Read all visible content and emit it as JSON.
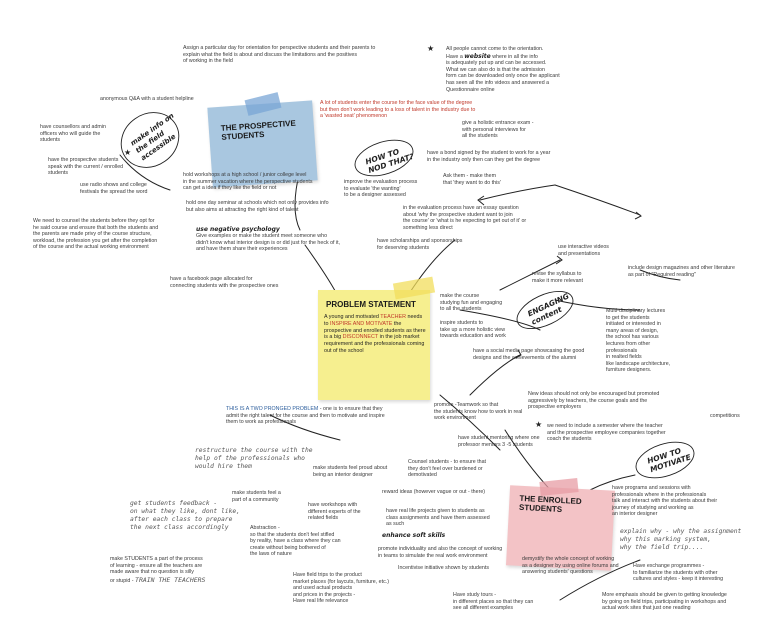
{
  "stickies": {
    "prospective": {
      "title": "THE PROSPECTIVE\nSTUDENTS",
      "color": "#a9c7e0"
    },
    "problem": {
      "title": "PROBLEM STATEMENT",
      "color": "#f6ef8f",
      "body_pre": "A young and motivated ",
      "teacher": "TEACHER",
      "body_mid1": " needs to ",
      "inspire": "INSPIRE AND MOTIVATE",
      "body_mid2": " the prospective and enrolled students as there is a big ",
      "disconnect": "DISCONNECT",
      "body_post": " in the job market requirement and the professionals coming out of the school"
    },
    "enrolled": {
      "title": "THE ENROLLED\nSTUDENTS",
      "color": "#f3c3c6"
    }
  },
  "handwritten": {
    "make_info": "make info on\nthe field\naccessible",
    "how_to_nod": "HOW TO\nNOD THAT?",
    "engaging": "ENGAGING\ncontent",
    "how_to_motivate": "HOW TO\nMOTIVATE",
    "use_negative": "use negative psychology",
    "enhance_soft": "enhance soft skills",
    "restructure": "restructure the course with the\nhelp of the professionals who\nwould hire them",
    "feedback": "get students feedback -\non what they like, dont like,\nafter each class to prepare\nthe next class accordingly",
    "train": "TRAIN THE TEACHERS",
    "explain_why": "explain why - why the assignment\nwhy this marking system,\nwhy the field trip...."
  },
  "notes": {
    "orientation_day": "Assign a particular day for orientation for perspective students and their parents to\nexplain what the field is about and discuss the limitations and the positives\nof working in the field",
    "website_pre": "All people cannot come to the orientation.\nHave a ",
    "website_word": "website",
    "website_post": " where in all the info\nis adequately put up and can be accessed.\nWhat we can also do is that the admission\nform can be downloaded only once the applicant\nhas seen all the info videos and answered a\nQuestionnaire online",
    "anonymous_qa": "anonymous Q&A with a student helpline",
    "lot_of_students": "A lot of students enter the course for the face value of the degree\nbut then don't work leading to a loss of talent in the industry due to\na 'wasted seat' phenomenon",
    "entrance_exam": "give a holistic entrance exam -\nwith personal interviews for\nall the students",
    "counsellors": "have counsellors and admin\nofficers who will guide the\nstudents",
    "speak_community": "have the prospective students\nspeak with the current / enrolled\nstudents",
    "radio_shows": "use radio shows and college\nfestivals the spread the word",
    "bond": "have a bond signed by the student to work for a year\nin the industry only then can they get the degree",
    "workshops_school": "hold workshops at a high school / junior college level\nin the summer vacation where the perspective students\ncan get a idea if they like the field or not",
    "improve_eval": "improve the evaluation process\nto evaluate 'the wanting'\nto be a designer assessed",
    "ask_them": "Ask them - make them\nthat 'they want to do this'",
    "one_day_seminar": "hold one day seminar at schools which not only provides info\nbut also aims at attracting the right kind of talent",
    "example_neg": "Give examples or make the student meet someone who\ndidn't know what interior design is or did just for the heck of it,\nand have them share their experiences",
    "eval_process": "in the evaluation process have an essay question\nabout 'why the prospective student want to join\nthe course' or 'what is he expecting to get out of it' or\nsomething less direct",
    "counsel_before": "We need to counsel the students before they opt for\nhe said course and ensure that both the students and\nthe parents are made privy of the course structure,\nworkload, the profession you get after the completion\nof the course and the actual working environment",
    "scholarships": "have scholarships and sponsorships\nfor deserving students",
    "interactive_videos": "use interactive videos\nand presentations",
    "revise_syllabus": "revise the syllabus to\nmake it more relevant",
    "design_magazines": "include design magazines and other literature\nas part of \"Required reading\"",
    "facebook": "have a facebook page allocated for\nconnecting students with the prospective ones",
    "make_course": "make the course\nstudying fun and engaging\nto all the students",
    "inspire": "inspire students to\ntake up a more holistic view\ntowards education and work",
    "multidisciplinary": "Multi-disciplinary lectures\nto get the students\ninitiated or interested in\nmany areas of design,\nthe school has various\nlectures from other\nprofessionals\nin realted fields\nlike landscape architecture,\nfurniture designers.",
    "social_media": "have a social media page showcasing the good\ndesigns and the achievements of the alumni",
    "two_pronged_pre": "THIS IS A TWO PRONGED PROBLEM",
    "two_pronged_post": " - one is to ensure that they\nadmit the right talent for the course and then to motivate and inspire\nthem to work as professionals",
    "teamwork": "promote -Teamwork so that\nthe students know how to work in real\nwork environment",
    "new_ideas": "New ideas should not only be encouraged but promoted\naggressively by teachers, the course goals and the\nprospective employers",
    "semester": "we need to include a semester where the teacher\nand the prospective employee companies together\ncoach the students",
    "competitions": "competitions",
    "mentoring": "have student mentoring where one\nprofessor mentors 3 -5 students",
    "counsel_ensure": "Counsel students - to ensure that\nthey don't feel over burdened or\ndemotivated",
    "students_proud": "make students feel proud about\nbeing an interior designer",
    "reward_ideas": "reward ideas (however vague or out - there)",
    "students_community": "make students feel a\npart of a community",
    "have_workshops": "have workshops with\ndifferent experts of the\nrelated fields",
    "real_life": "have real life projects given to students as\nclass assignments and have them assessed\nas such",
    "abstraction": "Abstraction -\nso that the students don't feel stifled\nby reality, have a class where they can\ncreate without being bothered of\nthe laws of nature",
    "promote_individuality": "promote individuality and also the concept of working\nin teams to simulate the real work environment",
    "demystify": "demystify the whole concept of working\nas a designer by using online forums and\nanswering students' questions",
    "incentivise": "Incentivise initiative shown by students",
    "programs_sessions": "have programs and sessions with\nprofessionals where in the professionals\ntalk and interact with the students about their\njourney of studying and working as\nan interior designer",
    "field_trips": "Have field trips to the product\nmarket places (for laycuts, furniture, etc.)\nand used actual products\nand prices in the projects -\nHave real life relevance",
    "make_students_part_pre": "make STUDENTS a part of the process\nof learning - ensure all the teachers are\nmade aware that no question is silly\nor stupid - ",
    "study_tours": "Have study tours -\nin different places so that they can\nsee all different examples",
    "exchange": "Have exchange programmes -\nto familiarize the students with other\ncultures and styles - keep it interesting",
    "more_emphasis": "More emphasis should be given to getting knowledge\nby going on field trips, participating in workshops and\nactual work sites that just one reading"
  },
  "colors": {
    "red": "#c0392b",
    "blue": "#2b5d9c",
    "tape_blue": "#7aa6d6",
    "tape_yellow": "#f1dd5c",
    "tape_pink": "#e79ca4"
  }
}
